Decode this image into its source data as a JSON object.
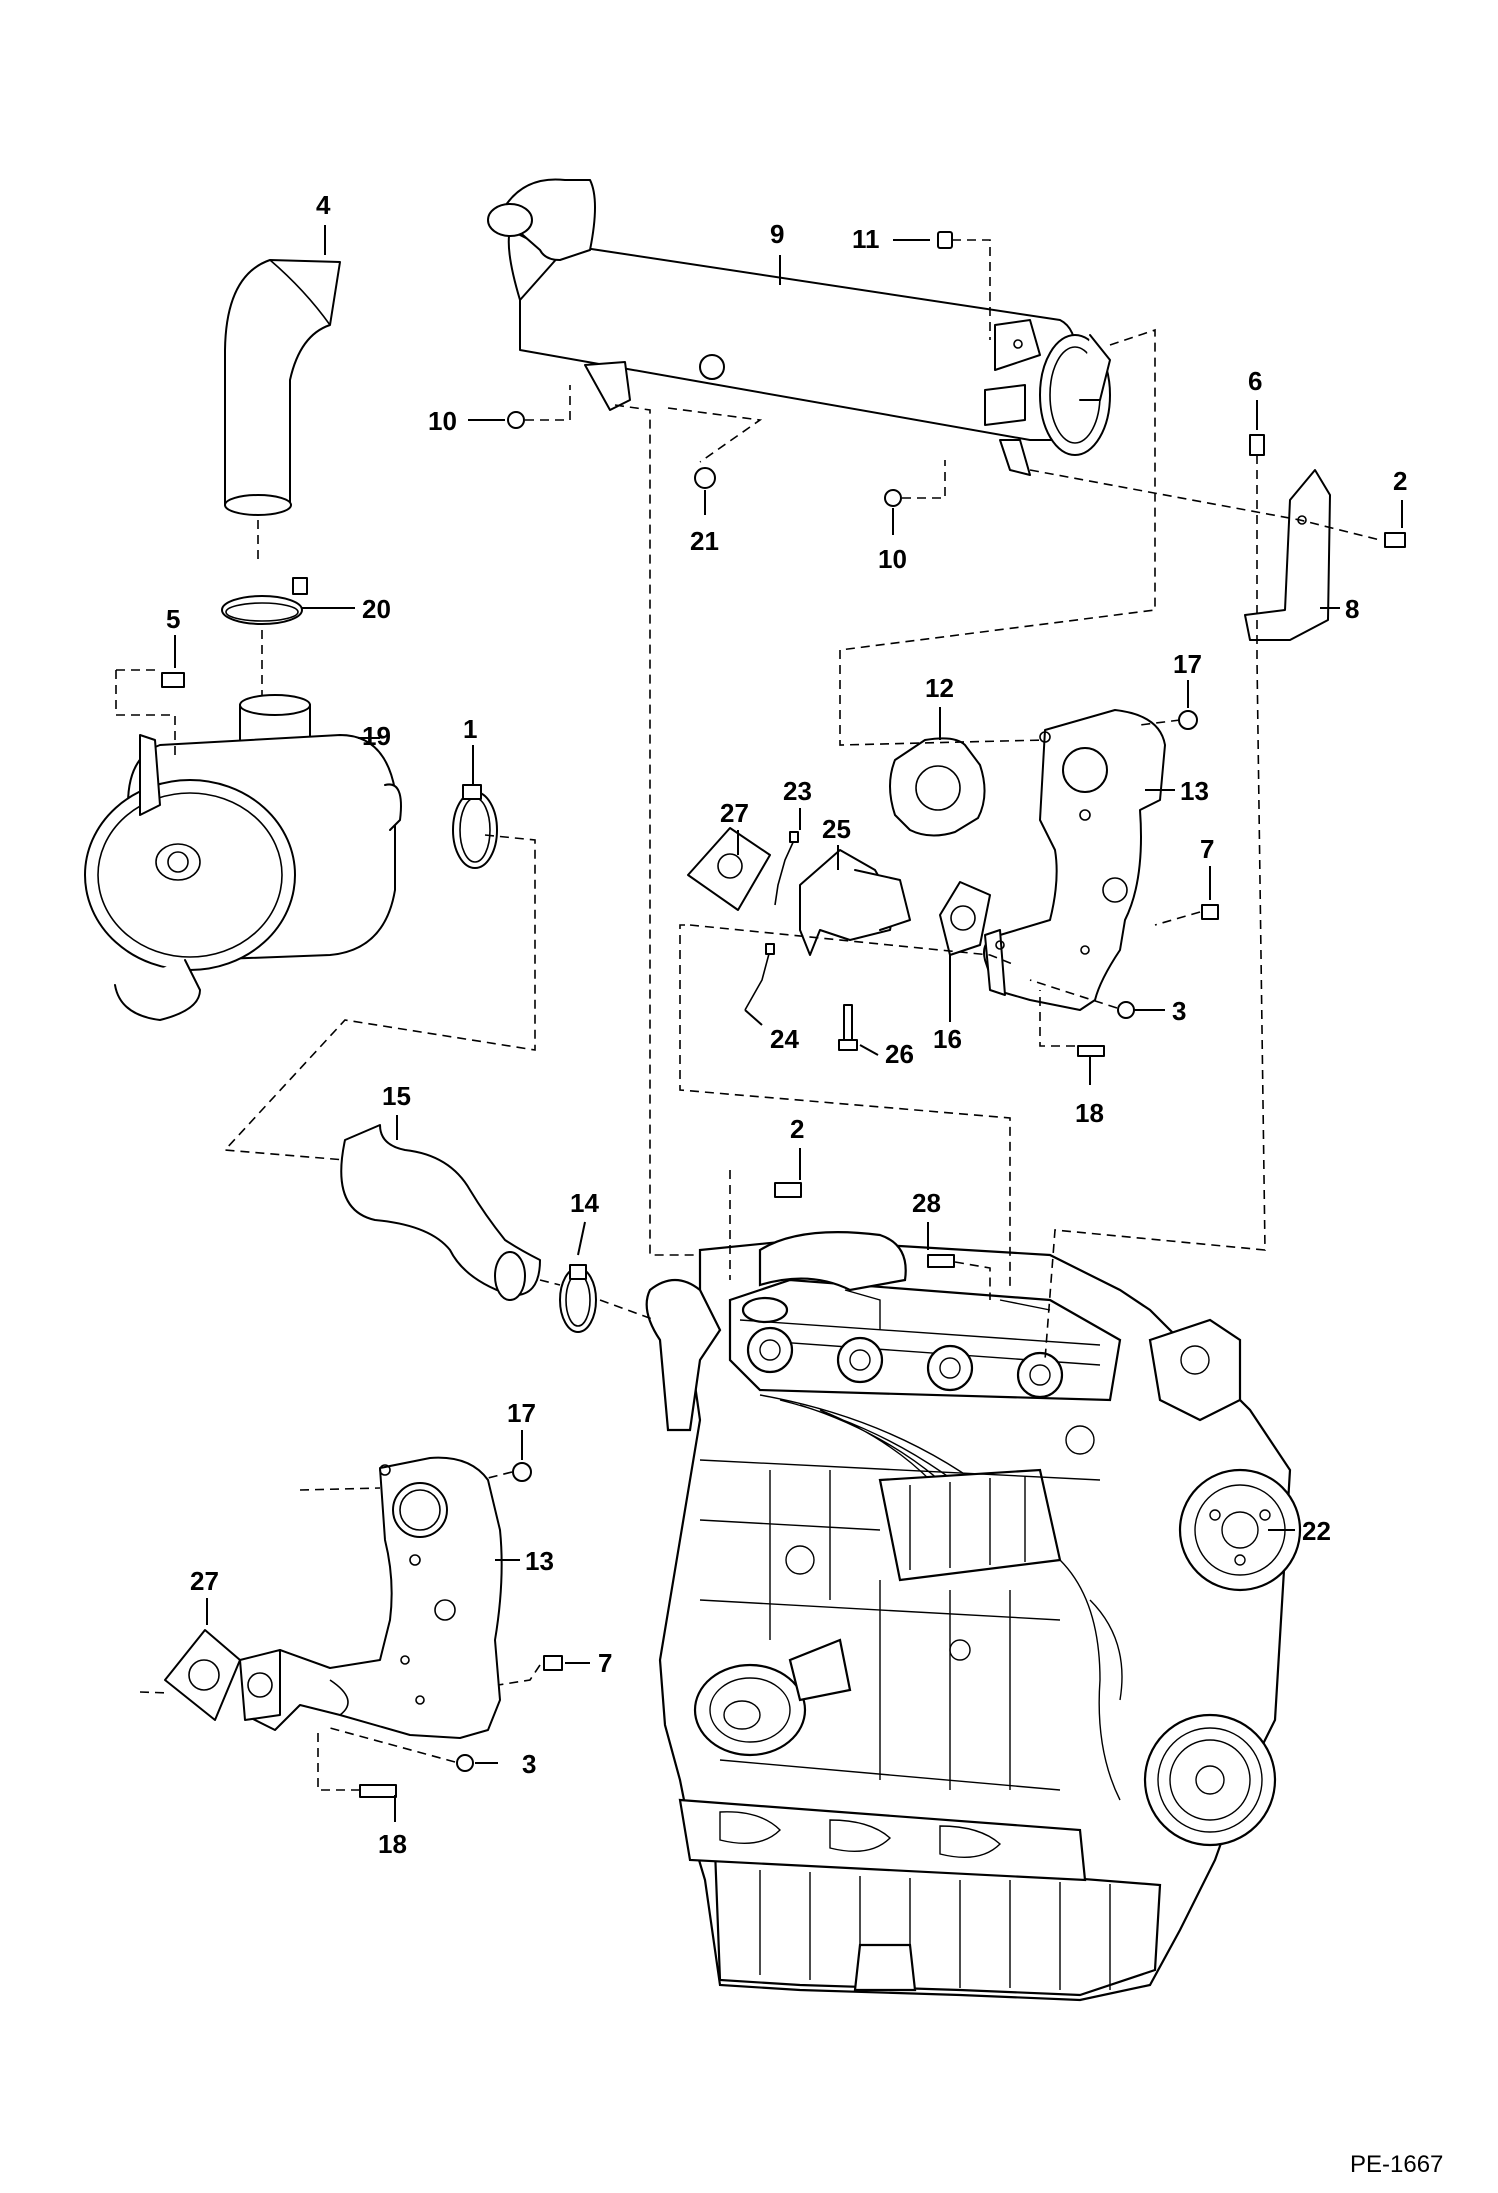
{
  "diagram": {
    "figure_code": "PE-1667",
    "callouts": {
      "c4": "4",
      "c9": "9",
      "c11": "11",
      "c10a": "10",
      "c21": "21",
      "c10b": "10",
      "c6": "6",
      "c2a": "2",
      "c8": "8",
      "c20": "20",
      "c5": "5",
      "c19": "19",
      "c1": "1",
      "c12": "12",
      "c17a": "17",
      "c13a": "13",
      "c23": "23",
      "c27a": "27",
      "c25": "25",
      "c7a": "7",
      "c3a": "3",
      "c24": "24",
      "c26": "26",
      "c16": "16",
      "c18a": "18",
      "c15": "15",
      "c2b": "2",
      "c14": "14",
      "c28": "28",
      "c17b": "17",
      "c22": "22",
      "c13b": "13",
      "c27b": "27",
      "c7b": "7",
      "c3b": "3",
      "c18b": "18"
    }
  }
}
